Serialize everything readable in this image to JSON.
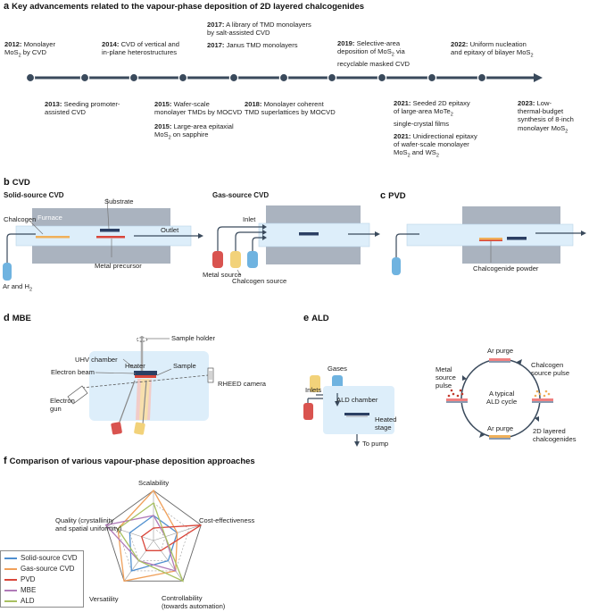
{
  "panel_a": {
    "letter": "a",
    "title": "Key advancements related to the vapour-phase deposition of 2D layered chalcogenides",
    "events_top": [
      {
        "year": "2012:",
        "line1": "Monolayer",
        "line2": "MoS",
        "line2_sub": "2",
        "line2_end": " by CVD"
      },
      {
        "year": "2014:",
        "line1": "CVD of vertical and",
        "line2": "in-plane heterostructures"
      },
      {
        "year": "2017:",
        "line1": "A library of TMD monolayers",
        "line2": "by salt-assisted CVD"
      },
      {
        "year": "2017:",
        "line1": "Janus TMD monolayers"
      },
      {
        "year": "2019:",
        "line1": "Selective-area",
        "line2": "deposition of MoS",
        "line2_sub": "2",
        "line2_end": " via",
        "line3": "recyclable masked CVD"
      },
      {
        "year": "2022:",
        "line1": "Uniform nucleation",
        "line2": "and epitaxy of bilayer MoS",
        "line2_sub": "2"
      }
    ],
    "events_bottom": [
      {
        "year": "2013:",
        "line1": "Seeding promoter-",
        "line2": "assisted CVD"
      },
      {
        "year": "2015:",
        "line1": "Wafer-scale",
        "line2": "monolayer TMDs by MOCVD"
      },
      {
        "year": "2015:",
        "line1": "Large-area epitaxial",
        "line2": "MoS",
        "line2_sub": "2",
        "line2_end": " on sapphire"
      },
      {
        "year": "2018:",
        "line1": "Monolayer coherent",
        "line2": "TMD superlattices by MOCVD"
      },
      {
        "year": "2021:",
        "line1": "Seeded 2D epitaxy",
        "line2": "of large-area MoTe",
        "line2_sub": "2",
        "line3": "single-crystal films"
      },
      {
        "year": "2021:",
        "line1": "Unidirectional epitaxy",
        "line2": "of wafer-scale monolayer",
        "line3": "MoS",
        "line3_sub": "2",
        "line3_mid": " and WS",
        "line3_sub2": "2"
      },
      {
        "year": "2023:",
        "line1": "Low-",
        "line2": "thermal-budget",
        "line3": "synthesis of 8-inch",
        "line4": "monolayer MoS",
        "line4_sub": "2"
      }
    ]
  },
  "panel_b": {
    "letter": "b",
    "title": "CVD",
    "solid_title": "Solid-source CVD",
    "gas_title": "Gas-source CVD",
    "labels": {
      "substrate": "Substrate",
      "chalcogen": "Chalcogen",
      "furnace": "Furnace",
      "outlet": "Outlet",
      "metal_precursor": "Metal precursor",
      "ar_h2": "Ar and H",
      "ar_h2_sub": "2",
      "inlet": "Inlet",
      "metal_source": "Metal source",
      "chalcogen_source": "Chalcogen source"
    }
  },
  "panel_c": {
    "letter": "c",
    "title": "PVD",
    "labels": {
      "chalcogenide_powder": "Chalcogenide powder"
    }
  },
  "panel_d": {
    "letter": "d",
    "title": "MBE",
    "labels": {
      "sample_holder": "Sample holder",
      "uhv_chamber": "UHV chamber",
      "heater": "Heater",
      "sample": "Sample",
      "electron_beam": "Electron beam",
      "rheed_camera": "RHEED camera",
      "electron_gun_1": "Electron",
      "electron_gun_2": "gun"
    }
  },
  "panel_e": {
    "letter": "e",
    "title": "ALD",
    "labels": {
      "gases": "Gases",
      "inlets": "Inlets",
      "ald_chamber": "ALD chamber",
      "heated_stage_1": "Heated",
      "heated_stage_2": "stage",
      "to_pump": "To pump",
      "ar_purge_top": "Ar purge",
      "ar_purge_bottom": "Ar purge",
      "chalcogen_pulse_1": "Chalcogen",
      "chalcogen_pulse_2": "source pulse",
      "metal_pulse_1": "Metal",
      "metal_pulse_2": "source",
      "metal_pulse_3": "pulse",
      "cycle_1": "A typical",
      "cycle_2": "ALD cycle",
      "layered_1": "2D layered",
      "layered_2": "chalcogenides"
    }
  },
  "panel_f": {
    "letter": "f",
    "title": "Comparison of various vapour-phase deposition approaches"
  },
  "colors": {
    "timeline": "#3a4a5c",
    "chamber": "#ddeefa",
    "furnace": "#aab3bf",
    "blue_cyl": "#6fb3e0",
    "red_cyl": "#d9534f",
    "yellow_cyl": "#f2d27a",
    "precursor_red": "#d9463a",
    "chalcogen_orange": "#f0b05a",
    "substrate": "#2b3f63"
  },
  "chart_data": {
    "type": "radar",
    "axes": [
      "Scalability",
      "Cost-effectiveness",
      "Controllability (towards automation)",
      "Versatility",
      "Quality (crystallinity and spatial uniformity)"
    ],
    "axis_labels": {
      "scalability": "Scalability",
      "cost": "Cost-effectiveness",
      "control_1": "Controllability",
      "control_2": "(towards automation)",
      "versatility": "Versatility",
      "quality_1": "Quality (crystallinity",
      "quality_2": "and spatial uniformity)"
    },
    "levels": 4,
    "range": [
      0,
      4
    ],
    "legend_position": "left",
    "series": [
      {
        "name": "Solid-source CVD",
        "color": "#4f8fd0",
        "values": [
          2,
          2,
          2,
          3,
          2
        ]
      },
      {
        "name": "Gas-source CVD",
        "color": "#f0a05a",
        "values": [
          4,
          2,
          3,
          4,
          3
        ]
      },
      {
        "name": "PVD",
        "color": "#d9463a",
        "values": [
          1,
          4,
          1,
          1,
          1
        ]
      },
      {
        "name": "MBE",
        "color": "#b07ab8",
        "values": [
          2,
          1,
          3,
          2,
          4
        ]
      },
      {
        "name": "ALD",
        "color": "#a8c060",
        "values": [
          3,
          1,
          4,
          2,
          3
        ]
      }
    ]
  }
}
